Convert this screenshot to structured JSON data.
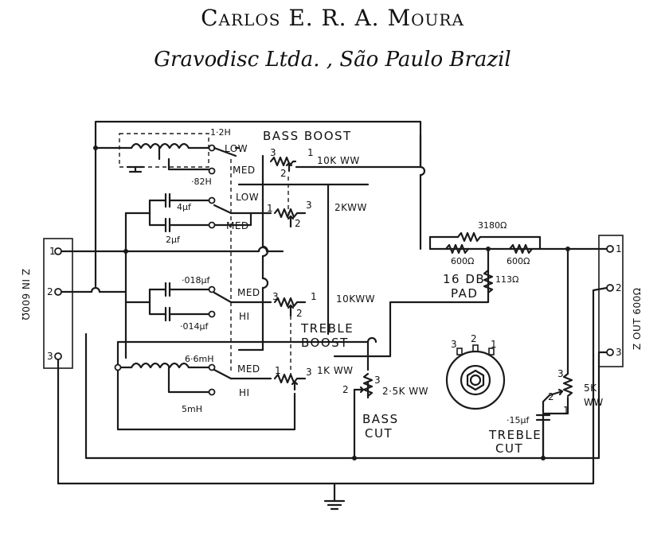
{
  "header": {
    "author": "Carlos E. R. A. Moura",
    "company": "Gravodisc Ltda. , São Paulo Brazil"
  },
  "labels": {
    "z_in": "Z IN 600Ω",
    "z_out": "Z OUT 600Ω",
    "bass_boost": "BASS BOOST",
    "treble_boost_1": "TREBLE",
    "treble_boost_2": "BOOST",
    "bass_cut_1": "BASS",
    "bass_cut_2": "CUT",
    "treble_cut_1": "TREBLE",
    "treble_cut_2": "CUT",
    "pad_1": "16 DB",
    "pad_2": "PAD",
    "l_12h": "1·2H",
    "l_82h": "·82H",
    "l_66mh": "6·6mH",
    "l_5mh": "5mH",
    "c_4uf": "4μf",
    "c_2uf": "2μf",
    "c_018uf": "·018μf",
    "c_014uf": "·014μf",
    "c_15uf": "·15μf",
    "r_3180": "3180Ω",
    "r_600a": "600Ω",
    "r_600b": "600Ω",
    "r_113": "113Ω",
    "pot_10k": "10K WW",
    "pot_2k": "2KWW",
    "pot_10k_2": "10KWW",
    "pot_1k": "1K WW",
    "pot_25k": "2·5K WW",
    "pot_5k_1": "5K",
    "pot_5k_2": "WW",
    "sw_low": "LOW",
    "sw_med": "MED",
    "sw_hi": "HI",
    "n1": "1",
    "n2": "2",
    "n3": "3"
  }
}
